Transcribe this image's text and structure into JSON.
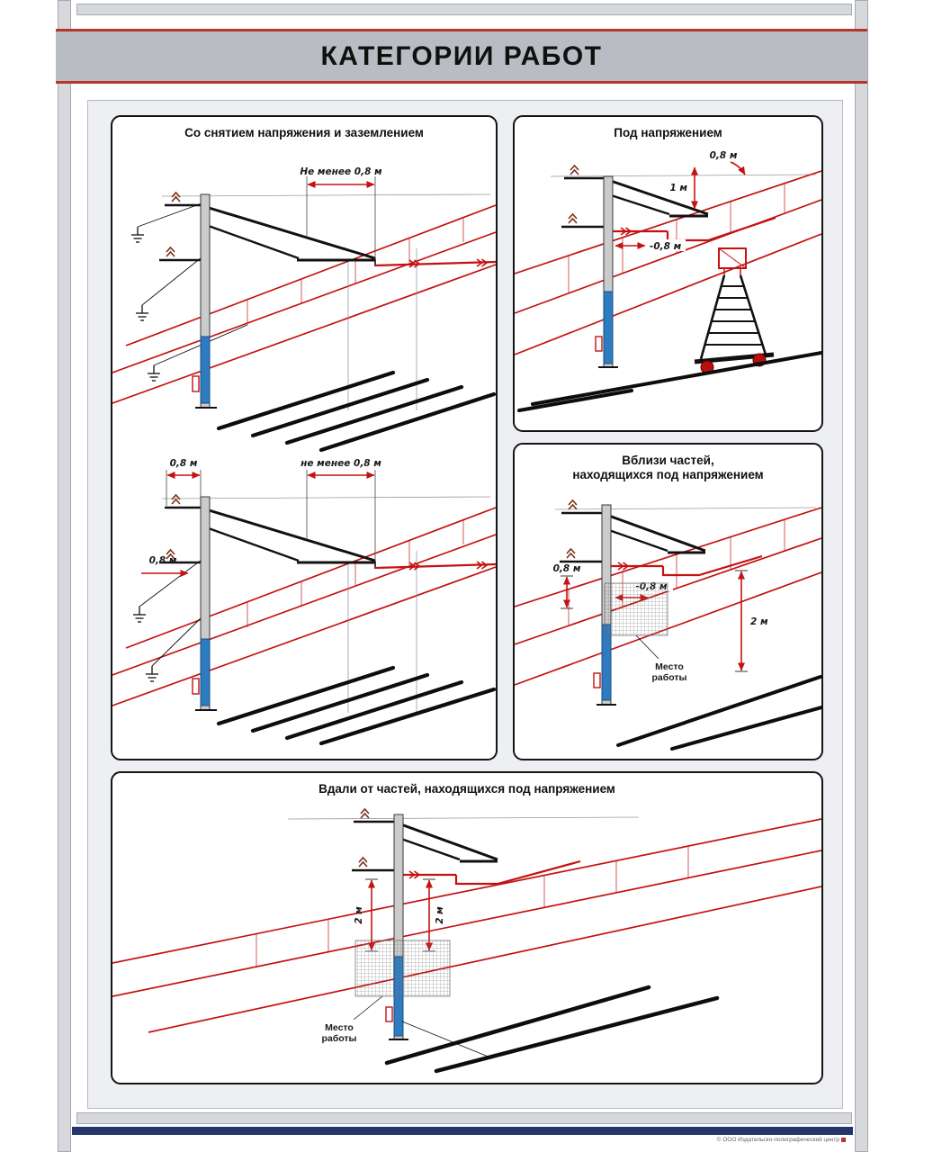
{
  "poster": {
    "title": "КАТЕГОРИИ РАБОТ",
    "copyright": "© ООО Издательско-полиграфический центр"
  },
  "panels": {
    "removed_voltage": {
      "title": "Со снятием напряжения и заземлением",
      "dims": {
        "top": "Не менее 0,8 м",
        "b_left": "0,8 м",
        "b_center": "не менее 0,8 м",
        "b_side": "0,8 м"
      }
    },
    "under_voltage": {
      "title": "Под напряжением",
      "dims": {
        "d08": "0,8 м",
        "d1": "1 м",
        "dm08": "-0,8 м"
      }
    },
    "near_voltage": {
      "title1": "Вблизи частей,",
      "title2": "находящихся под напряжением",
      "dims": {
        "d08": "0,8 м",
        "dm08": "-0,8 м",
        "d2": "2 м"
      },
      "work1": "Место",
      "work2": "работы"
    },
    "far_voltage": {
      "title": "Вдали от частей, находящихся под напряжением",
      "dims": {
        "d2a": "2 м",
        "d2b": "2 м"
      },
      "work1": "Место",
      "work2": "работы"
    }
  }
}
